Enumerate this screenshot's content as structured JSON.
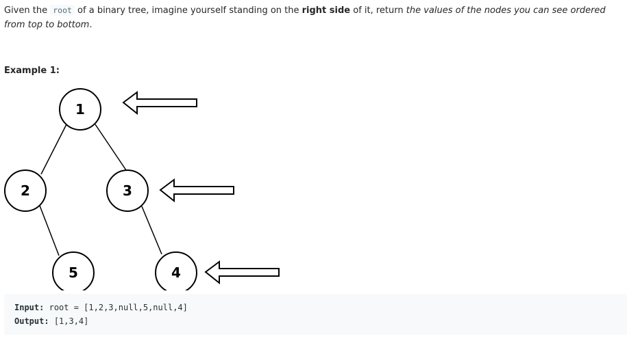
{
  "description": {
    "text_1": "Given the ",
    "code_root": "root",
    "text_2": " of a binary tree, imagine yourself standing on the ",
    "bold_right_side": "right side",
    "text_3": " of it, return ",
    "italic_result": "the values of the nodes you can see ordered from top to bottom",
    "text_4": "."
  },
  "example": {
    "title": "Example 1:",
    "tree": {
      "nodes": [
        "1",
        "2",
        "3",
        "5",
        "4"
      ]
    },
    "input_label": "Input:",
    "input_value": "root = [1,2,3,null,5,null,4]",
    "output_label": "Output:",
    "output_value": "[1,3,4]"
  }
}
